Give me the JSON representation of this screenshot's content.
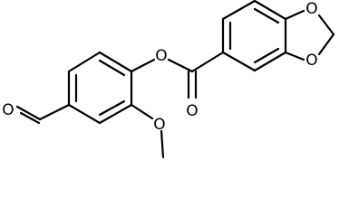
{
  "molecule": {
    "atoms": {
      "o_aldehyde": "O",
      "o_ester_bridge": "O",
      "o_carbonyl": "O",
      "o_methoxy": "O",
      "o_dioxole_top": "O",
      "o_dioxole_bottom": "O"
    }
  }
}
